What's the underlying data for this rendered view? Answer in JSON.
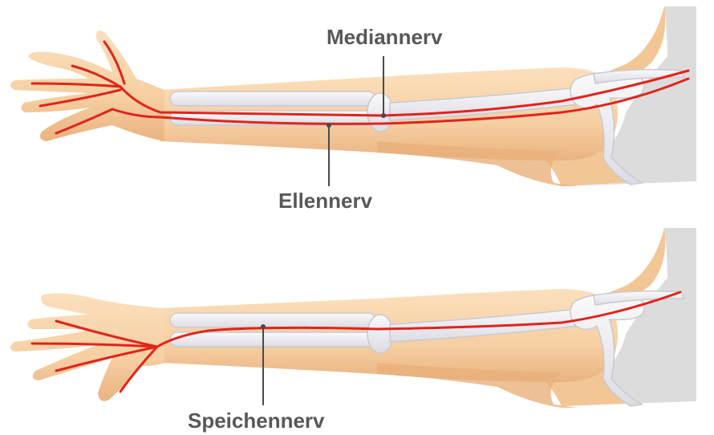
{
  "labels": {
    "median": "Mediannerv",
    "ulnar": "Ellennerv",
    "radial": "Speichennerv"
  },
  "colors": {
    "skin": "#f7d3a8",
    "skin_shadow": "#e8b07a",
    "bone": "#eeeef2",
    "bone_outline": "#c9c9d2",
    "nerve": "#e2231a",
    "torso": "#dcdcdc",
    "label": "#585858"
  }
}
